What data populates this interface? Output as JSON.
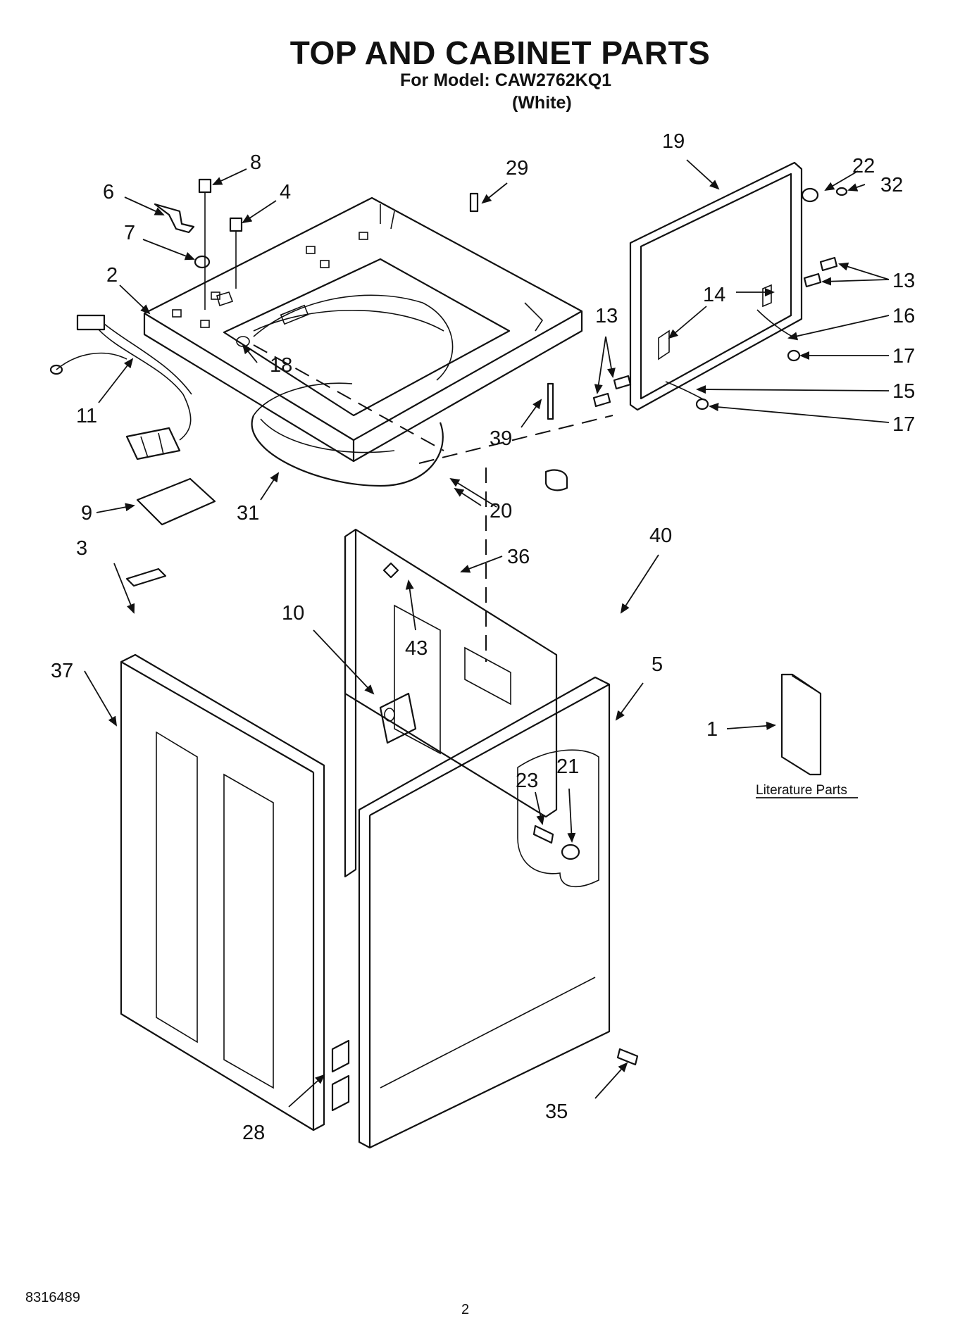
{
  "header": {
    "title": "TOP AND CABINET PARTS",
    "model": "For Model: CAW2762KQ1",
    "color": "(White)"
  },
  "footer": {
    "doc_number": "8316489",
    "page": "2"
  },
  "literature_label": "Literature Parts",
  "callouts": {
    "c1": "1",
    "c2": "2",
    "c3": "3",
    "c4": "4",
    "c5": "5",
    "c6": "6",
    "c7": "7",
    "c8": "8",
    "c9": "9",
    "c10": "10",
    "c11": "11",
    "c13a": "13",
    "c13b": "13",
    "c14": "14",
    "c15": "15",
    "c16": "16",
    "c17a": "17",
    "c17b": "17",
    "c18": "18",
    "c19": "19",
    "c20": "20",
    "c21": "21",
    "c22": "22",
    "c23": "23",
    "c28": "28",
    "c29": "29",
    "c31": "31",
    "c32": "32",
    "c35": "35",
    "c36": "36",
    "c37": "37",
    "c39": "39",
    "c40": "40",
    "c43": "43"
  }
}
